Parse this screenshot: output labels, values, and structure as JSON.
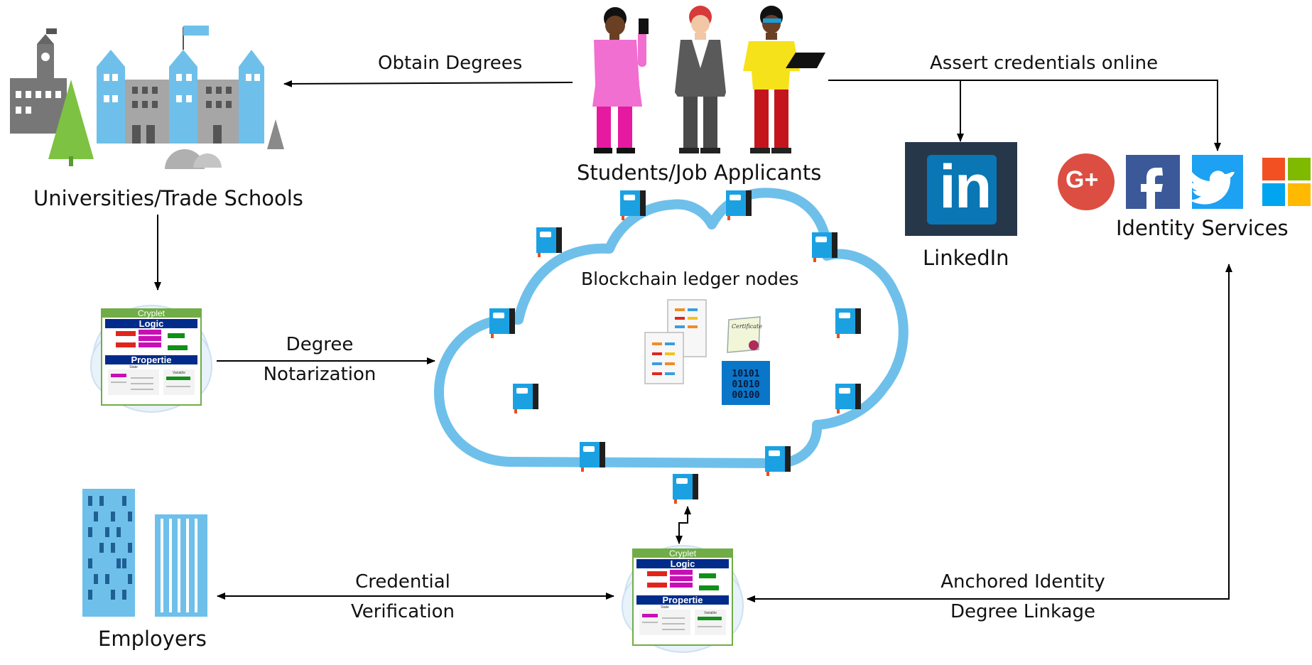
{
  "nodes": {
    "universities": "Universities/Trade Schools",
    "students": "Students/Job Applicants",
    "linkedin": "LinkedIn",
    "identity": "Identity Services",
    "blockchain": "Blockchain ledger nodes",
    "employers": "Employers"
  },
  "edges": {
    "obtain": "Obtain Degrees",
    "assert": "Assert credentials online",
    "degree1": "Degree",
    "degree2": "Notarization",
    "cred1": "Credential",
    "cred2": "Verification",
    "anchor1": "Anchored Identity",
    "anchor2": "Degree Linkage"
  },
  "cryplet": {
    "title": "Cryplet",
    "logic": "Logic",
    "properties": "Propertie",
    "state": "State",
    "variable": "Variable"
  },
  "certificate": "Certificate",
  "binary": [
    "10101",
    "01010",
    "00100"
  ],
  "linkedin_logo": "in",
  "social_icons": [
    "google-plus-icon",
    "facebook-icon",
    "twitter-icon",
    "microsoft-icon"
  ],
  "colors": {
    "cloud": "#6ec0ea",
    "node": "#1ba1e2",
    "cryplet_green": "#70ad47",
    "cryplet_navy": "#002b8a",
    "linkedin_bg": "#27374a",
    "linkedin_blue": "#0a76b4"
  }
}
